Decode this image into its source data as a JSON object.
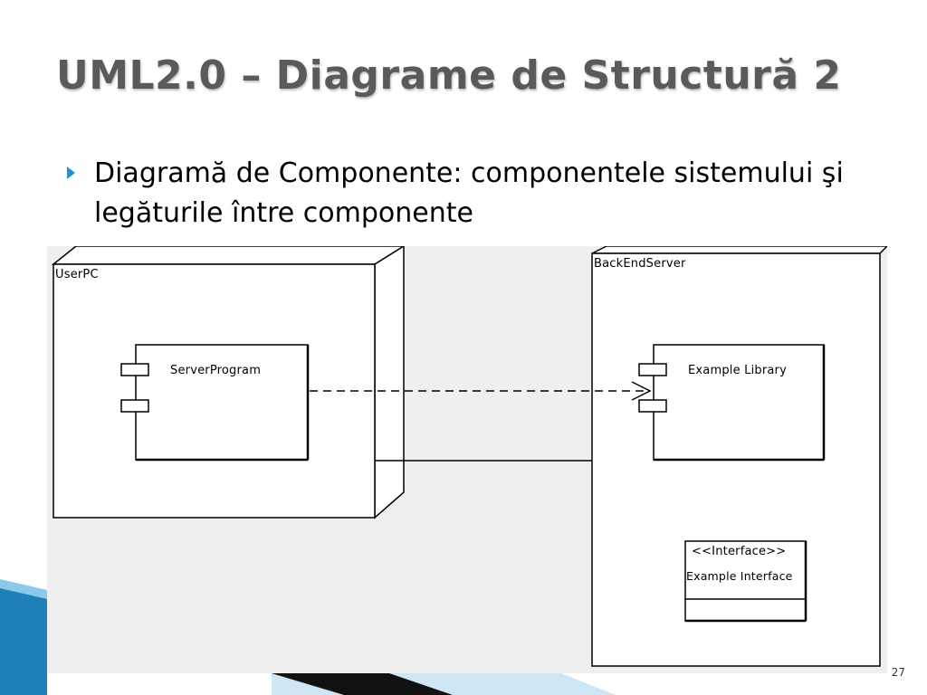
{
  "slide": {
    "title": "UML2.0 – Diagrame de Structură 2",
    "bullet": {
      "term": "Diagramă de Componente:",
      "text": " componentele sistemului şi legăturile între componente"
    },
    "page_number": "27"
  },
  "diagram": {
    "nodes": {
      "user_pc": "UserPC",
      "backend_server": "BackEndServer"
    },
    "components": {
      "server_program": "ServerProgram",
      "example_library": "Example Library"
    },
    "interface": {
      "stereotype": "<<Interface>>",
      "name": "Example Interface"
    }
  },
  "colors": {
    "title": "#5a5a5a",
    "bullet_arrow": "#2a8ecf",
    "diagram_background": "#efefef",
    "decor_blue": "#1f7fb8"
  }
}
